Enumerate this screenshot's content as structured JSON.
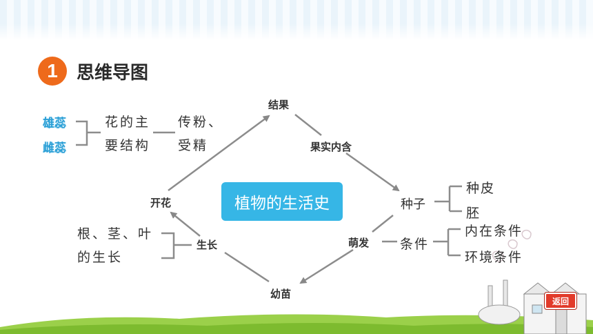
{
  "header": {
    "number": "1",
    "title": "思维导图"
  },
  "center": "植物的生活史",
  "nodes": {
    "fruit": "结果",
    "fruit_contains": "果实内含",
    "seed": "种子",
    "germinate": "萌发",
    "seedling": "幼苗",
    "growth": "生长",
    "flowering": "开花"
  },
  "seed_parts": [
    "种皮",
    "胚"
  ],
  "conditions": {
    "label": "条件",
    "items": [
      "内在条件",
      "环境条件"
    ]
  },
  "growth_parts": [
    "根、茎、叶",
    "的生长"
  ],
  "flower": {
    "main_structure": [
      "花的主",
      "要结构"
    ],
    "pollination": [
      "传粉、",
      "受精"
    ],
    "parts": [
      "雄蕊",
      "雌蕊"
    ]
  },
  "nav": {
    "back": "返回"
  },
  "colors": {
    "badge": "#ee6a1b",
    "center": "#36b6e6",
    "part_label": "#2a9fd6"
  }
}
